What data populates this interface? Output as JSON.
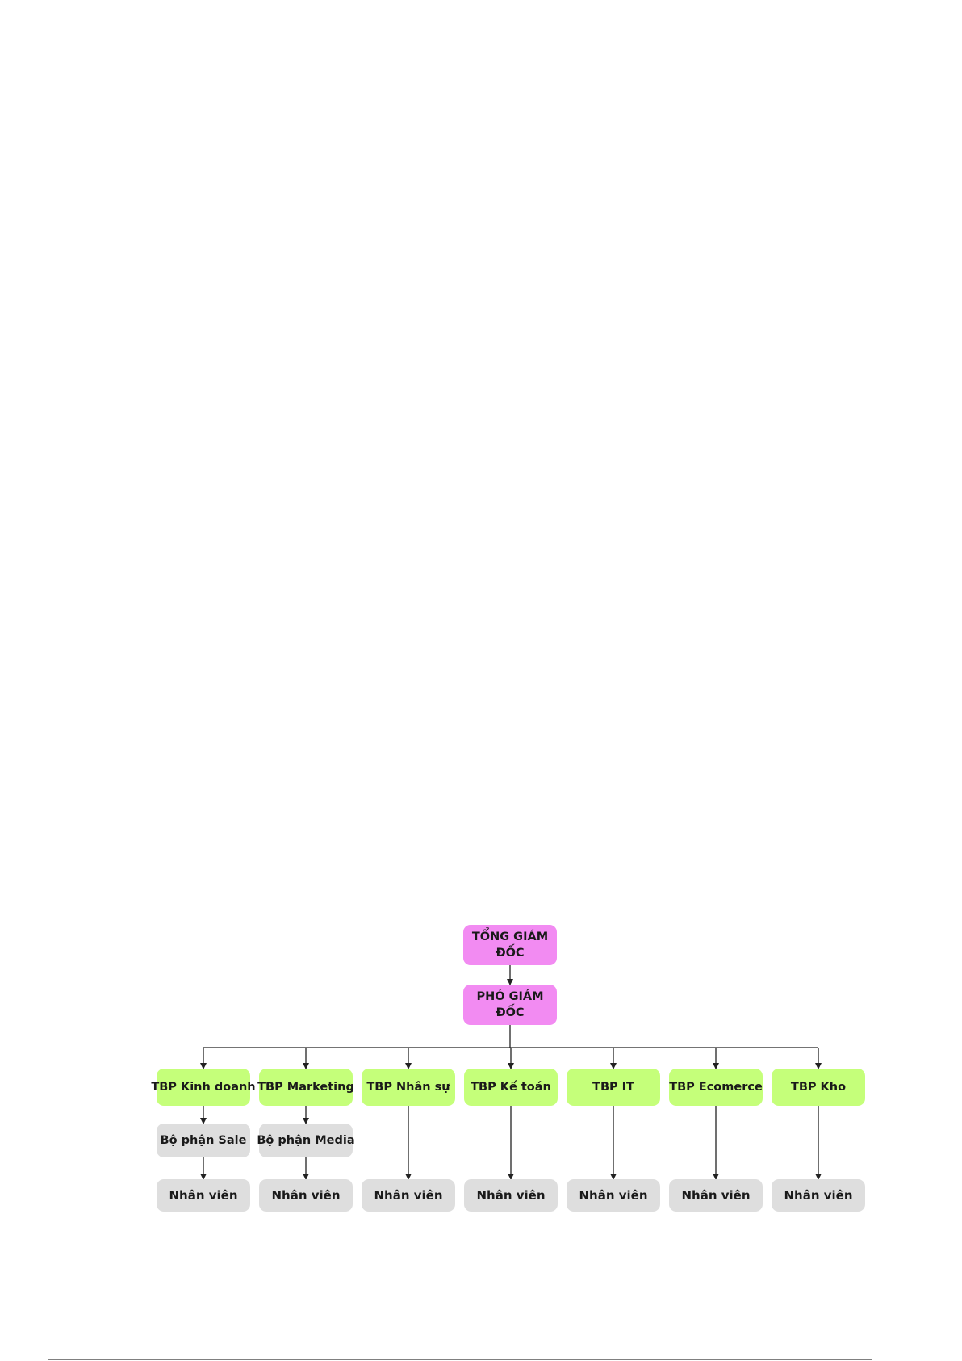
{
  "diagram": {
    "colors": {
      "executive": "#f28bf2",
      "department_head": "#c5ff7a",
      "unit": "#dedede",
      "line": "#222222"
    },
    "executives": [
      {
        "label_lines": [
          "TỔNG GIÁM",
          "ĐỐC"
        ]
      },
      {
        "label_lines": [
          "PHÓ GIÁM",
          "ĐỐC"
        ]
      }
    ],
    "departments": [
      {
        "head": "TBP Kinh doanh",
        "sub_unit": "Bộ phận Sale",
        "staff": "Nhân viên"
      },
      {
        "head": "TBP Marketing",
        "sub_unit": "Bộ phận Media",
        "staff": "Nhân viên"
      },
      {
        "head": "TBP Nhân sự",
        "sub_unit": null,
        "staff": "Nhân viên"
      },
      {
        "head": "TBP Kế toán",
        "sub_unit": null,
        "staff": "Nhân viên"
      },
      {
        "head": "TBP IT",
        "sub_unit": null,
        "staff": "Nhân viên"
      },
      {
        "head": "TBP Ecomerce",
        "sub_unit": null,
        "staff": "Nhân viên"
      },
      {
        "head": "TBP Kho",
        "sub_unit": null,
        "staff": "Nhân viên"
      }
    ]
  }
}
